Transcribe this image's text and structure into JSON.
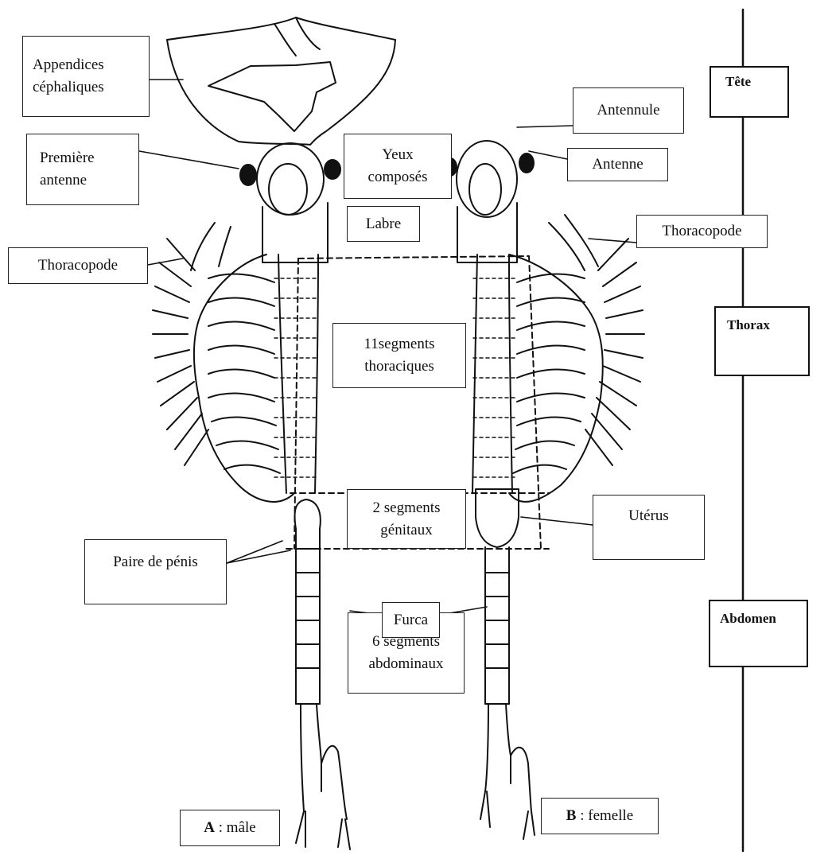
{
  "labels": {
    "appendices": "Appendices\ncéphaliques",
    "premiere_antenne": "Première\nantenne",
    "yeux": "Yeux\ncomposés",
    "labre": "Labre",
    "antennule": "Antennule",
    "antenne": "Antenne",
    "thoracopode_left": "Thoracopode",
    "thoracopode_right": "Thoracopode",
    "segments_thoraciques": "11segments\nthoraciques",
    "segments_genitaux": "2 segments\ngénitaux",
    "uterus": "Utérus",
    "penis": "Paire de pénis",
    "segments_abdominaux": "6 segments\nabdominaux",
    "furca": "Furca"
  },
  "regions": {
    "tete": "Tête",
    "thorax": "Thorax",
    "abdomen": "Abdomen"
  },
  "specimens": {
    "a_prefix": "A",
    "a_rest": " : mâle",
    "b_prefix": "B",
    "b_rest": " : femelle"
  }
}
